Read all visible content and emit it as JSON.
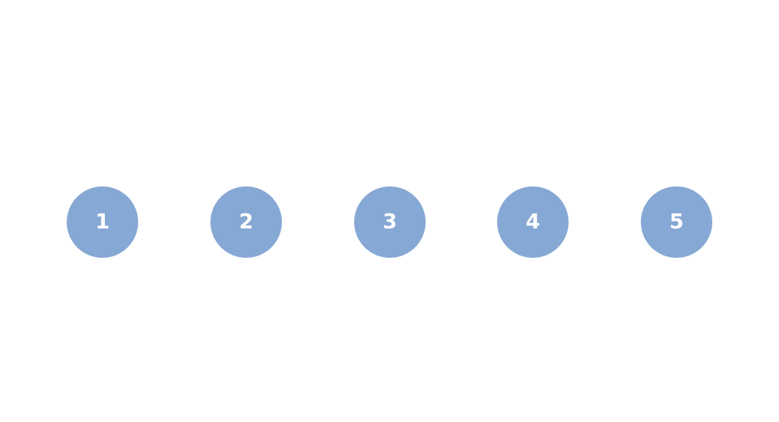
{
  "colors": {
    "background": "#ffffff",
    "circle_fill": "#86A8D4",
    "circle_text": "#ffffff"
  },
  "steps": [
    {
      "label": "1"
    },
    {
      "label": "2"
    },
    {
      "label": "3"
    },
    {
      "label": "4"
    },
    {
      "label": "5"
    }
  ]
}
